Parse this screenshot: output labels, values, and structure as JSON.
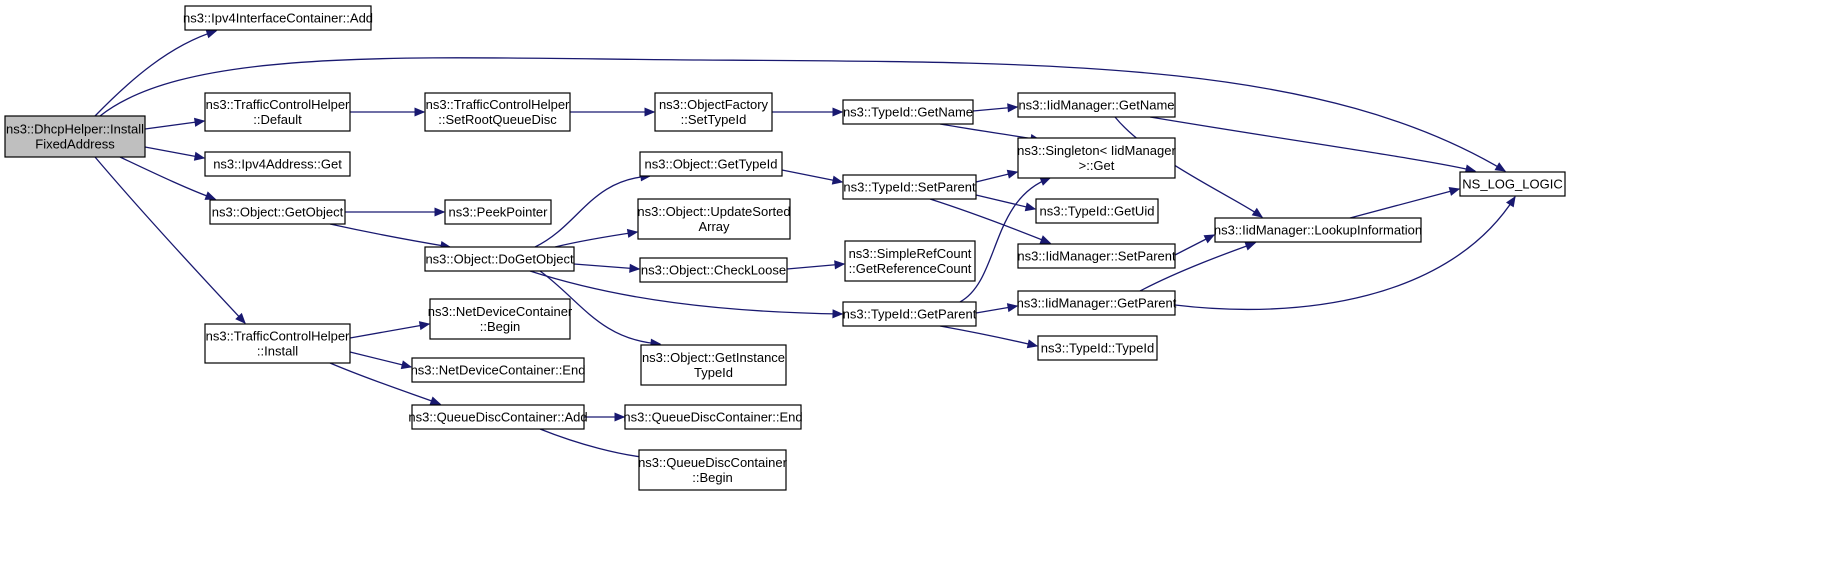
{
  "graph": {
    "kind": "call-graph",
    "colors": {
      "edge": "#191970",
      "root_fill": "#bfbfbf",
      "node_fill": "#ffffff",
      "node_border": "#000000"
    },
    "nodes": [
      {
        "id": "dhcp_install",
        "lines": [
          "ns3::DhcpHelper::Install",
          "FixedAddress"
        ],
        "root": true
      },
      {
        "id": "ipv4ic_add",
        "lines": [
          "ns3::Ipv4InterfaceContainer::Add"
        ]
      },
      {
        "id": "tch_default",
        "lines": [
          "ns3::TrafficControlHelper",
          "::Default"
        ]
      },
      {
        "id": "ipv4addr_get",
        "lines": [
          "ns3::Ipv4Address::Get"
        ]
      },
      {
        "id": "obj_getobject",
        "lines": [
          "ns3::Object::GetObject"
        ]
      },
      {
        "id": "tch_install",
        "lines": [
          "ns3::TrafficControlHelper",
          "::Install"
        ]
      },
      {
        "id": "tch_setroot",
        "lines": [
          "ns3::TrafficControlHelper",
          "::SetRootQueueDisc"
        ]
      },
      {
        "id": "peekpointer",
        "lines": [
          "ns3::PeekPointer"
        ]
      },
      {
        "id": "obj_dogetobject",
        "lines": [
          "ns3::Object::DoGetObject"
        ]
      },
      {
        "id": "ndc_begin",
        "lines": [
          "ns3::NetDeviceContainer",
          "::Begin"
        ]
      },
      {
        "id": "ndc_end",
        "lines": [
          "ns3::NetDeviceContainer::End"
        ]
      },
      {
        "id": "qdc_add",
        "lines": [
          "ns3::QueueDiscContainer::Add"
        ]
      },
      {
        "id": "objfactory_settypeid",
        "lines": [
          "ns3::ObjectFactory",
          "::SetTypeId"
        ]
      },
      {
        "id": "obj_gettypeid",
        "lines": [
          "ns3::Object::GetTypeId"
        ]
      },
      {
        "id": "obj_updatesorted",
        "lines": [
          "ns3::Object::UpdateSorted",
          "Array"
        ]
      },
      {
        "id": "obj_checkloose",
        "lines": [
          "ns3::Object::CheckLoose"
        ]
      },
      {
        "id": "obj_getinstance",
        "lines": [
          "ns3::Object::GetInstance",
          "TypeId"
        ]
      },
      {
        "id": "qdc_end",
        "lines": [
          "ns3::QueueDiscContainer::End"
        ]
      },
      {
        "id": "qdc_begin",
        "lines": [
          "ns3::QueueDiscContainer",
          "::Begin"
        ]
      },
      {
        "id": "typeid_getname",
        "lines": [
          "ns3::TypeId::GetName"
        ]
      },
      {
        "id": "typeid_setparent",
        "lines": [
          "ns3::TypeId::SetParent"
        ]
      },
      {
        "id": "simplerefcount",
        "lines": [
          "ns3::SimpleRefCount",
          "::GetReferenceCount"
        ]
      },
      {
        "id": "typeid_getparent",
        "lines": [
          "ns3::TypeId::GetParent"
        ]
      },
      {
        "id": "iid_getname",
        "lines": [
          "ns3::IidManager::GetName"
        ]
      },
      {
        "id": "singleton_get",
        "lines": [
          "ns3::Singleton< IidManager",
          ">::Get"
        ]
      },
      {
        "id": "typeid_getuid",
        "lines": [
          "ns3::TypeId::GetUid"
        ]
      },
      {
        "id": "iid_setparent",
        "lines": [
          "ns3::IidManager::SetParent"
        ]
      },
      {
        "id": "iid_getparent",
        "lines": [
          "ns3::IidManager::GetParent"
        ]
      },
      {
        "id": "typeid_typeid",
        "lines": [
          "ns3::TypeId::TypeId"
        ]
      },
      {
        "id": "iid_lookup",
        "lines": [
          "ns3::IidManager::LookupInformation"
        ]
      },
      {
        "id": "ns_log_logic",
        "lines": [
          "NS_LOG_LOGIC"
        ]
      }
    ],
    "edges": [
      {
        "from": "dhcp_install",
        "to": "ipv4ic_add"
      },
      {
        "from": "dhcp_install",
        "to": "ns_log_logic"
      },
      {
        "from": "dhcp_install",
        "to": "tch_default"
      },
      {
        "from": "dhcp_install",
        "to": "ipv4addr_get"
      },
      {
        "from": "dhcp_install",
        "to": "obj_getobject"
      },
      {
        "from": "dhcp_install",
        "to": "tch_install"
      },
      {
        "from": "tch_default",
        "to": "tch_setroot"
      },
      {
        "from": "tch_setroot",
        "to": "objfactory_settypeid"
      },
      {
        "from": "objfactory_settypeid",
        "to": "typeid_getname"
      },
      {
        "from": "typeid_getname",
        "to": "iid_getname"
      },
      {
        "from": "typeid_getname",
        "to": "singleton_get"
      },
      {
        "from": "iid_getname",
        "to": "ns_log_logic"
      },
      {
        "from": "iid_getname",
        "to": "iid_lookup"
      },
      {
        "from": "obj_getobject",
        "to": "peekpointer"
      },
      {
        "from": "obj_getobject",
        "to": "obj_dogetobject"
      },
      {
        "from": "obj_dogetobject",
        "to": "obj_gettypeid"
      },
      {
        "from": "obj_dogetobject",
        "to": "obj_updatesorted"
      },
      {
        "from": "obj_dogetobject",
        "to": "obj_checkloose"
      },
      {
        "from": "obj_dogetobject",
        "to": "typeid_getparent"
      },
      {
        "from": "obj_dogetobject",
        "to": "obj_getinstance"
      },
      {
        "from": "obj_gettypeid",
        "to": "typeid_setparent"
      },
      {
        "from": "typeid_setparent",
        "to": "singleton_get"
      },
      {
        "from": "typeid_setparent",
        "to": "typeid_getuid"
      },
      {
        "from": "typeid_setparent",
        "to": "iid_setparent"
      },
      {
        "from": "obj_checkloose",
        "to": "simplerefcount"
      },
      {
        "from": "typeid_getparent",
        "to": "singleton_get"
      },
      {
        "from": "typeid_getparent",
        "to": "iid_getparent"
      },
      {
        "from": "typeid_getparent",
        "to": "typeid_typeid"
      },
      {
        "from": "iid_setparent",
        "to": "iid_lookup"
      },
      {
        "from": "iid_getparent",
        "to": "iid_lookup"
      },
      {
        "from": "iid_getparent",
        "to": "ns_log_logic"
      },
      {
        "from": "iid_lookup",
        "to": "ns_log_logic"
      },
      {
        "from": "tch_install",
        "to": "ndc_begin"
      },
      {
        "from": "tch_install",
        "to": "ndc_end"
      },
      {
        "from": "tch_install",
        "to": "qdc_add"
      },
      {
        "from": "qdc_add",
        "to": "qdc_end"
      },
      {
        "from": "qdc_add",
        "to": "qdc_begin"
      }
    ]
  }
}
